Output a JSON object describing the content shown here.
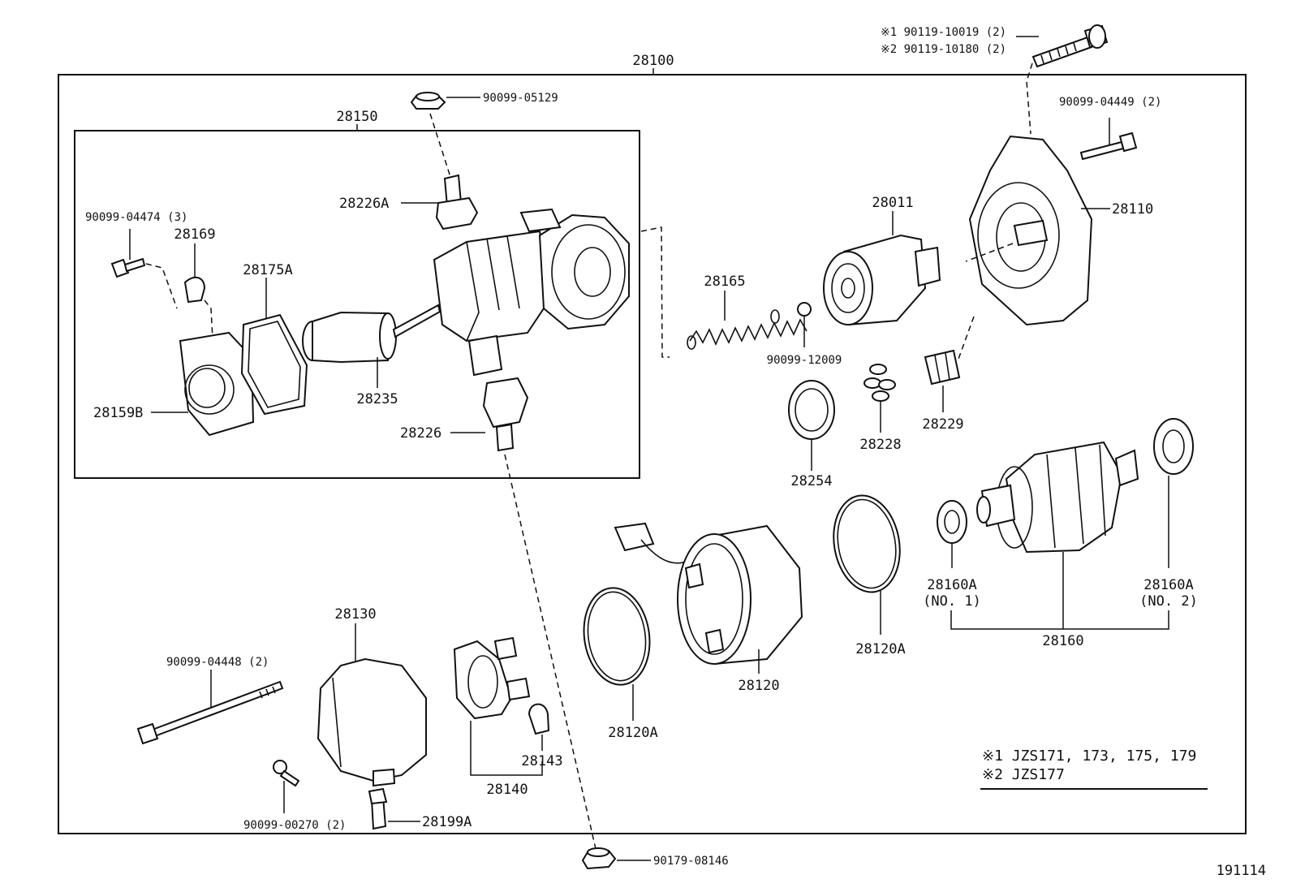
{
  "labels": {
    "assembly": "28100",
    "subassembly": "28150",
    "bolt_top": [
      "※1 90119-10019 (2)",
      "※2 90119-10180 (2)"
    ],
    "nut_top": "90099-05129",
    "bolt_right": "90099-04449 (2)",
    "screw_left": "90099-04474 (3)",
    "clamp": "28169",
    "gasket": "28175A",
    "cover": "28159B",
    "plunger": "28235",
    "terminal_a": "28226A",
    "terminal_b": "28226",
    "spring": "28165",
    "ball": "90099-12009",
    "clutch": "28011",
    "housing": "28110",
    "retainer": "28229",
    "rollers": "28228",
    "idler_gear": "28254",
    "bearing_1": [
      "28160A",
      "(NO. 1)"
    ],
    "bearing_2": [
      "28160A",
      "(NO. 2)"
    ],
    "armature": "28160",
    "oring_right": "28120A",
    "yoke": "28120",
    "oring_left": "28120A",
    "end_frame": "28130",
    "through_bolt": "90099-04448 (2)",
    "screw_bottom": "90099-00270 (2)",
    "insulator": "28199A",
    "brush_holder": "28140",
    "brush_spring": "28143",
    "nut_bottom": "90179-08146",
    "figure_number": "191114"
  },
  "notes": [
    "※1 JZS171, 173, 175, 179",
    "※2 JZS177"
  ]
}
